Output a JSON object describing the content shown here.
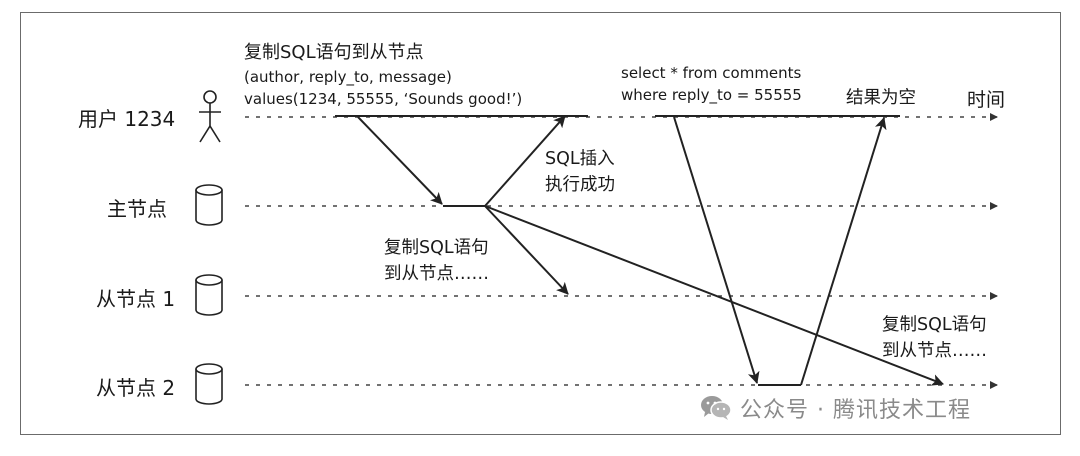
{
  "lanes": {
    "user": "用户 1234",
    "leader": "主节点",
    "follower1": "从节点 1",
    "follower2": "从节点 2"
  },
  "time_label": "时间",
  "annotations": {
    "insert_request": [
      "复制SQL语句到从节点",
      "(author, reply_to, message)",
      "values(1234, 55555, ‘Sounds good!’)"
    ],
    "insert_success": [
      "SQL插入",
      "执行成功"
    ],
    "replicate_follower1": [
      "复制SQL语句",
      "到从节点……"
    ],
    "select_query": [
      "select * from comments",
      "where reply_to = 55555"
    ],
    "result_empty": "结果为空",
    "replicate_follower2": [
      "复制SQL语句",
      "到从节点……"
    ]
  },
  "watermark": {
    "icon": "wechat-icon",
    "text": "公众号 · 腾讯技术工程"
  },
  "colors": {
    "line": "#222222",
    "dashed": "#444444",
    "frame": "#6b6b6b",
    "watermark": "#8a8a8a"
  }
}
